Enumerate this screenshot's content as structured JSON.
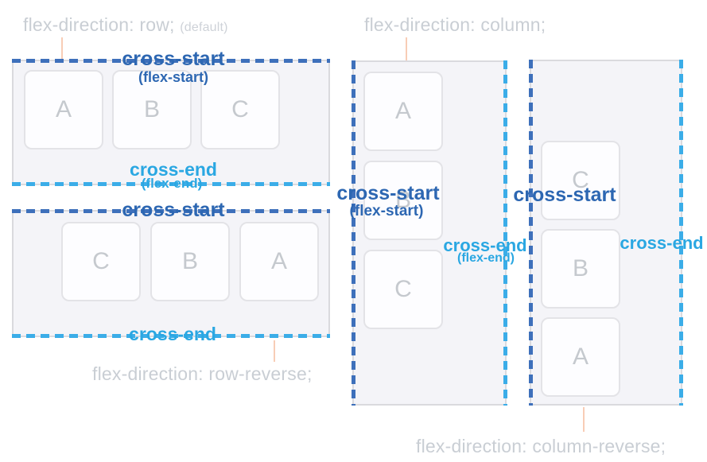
{
  "colors": {
    "cross_start_blue": "#2d67b2",
    "cross_start_dash": "#3e70bb",
    "cross_end_cyan": "#2aa7e2",
    "cross_end_dash": "#3bade8",
    "label_gray": "#c9ced4",
    "connector_peach": "#f8cdb6",
    "container_bg": "#f4f4f8",
    "container_border": "#dadade",
    "item_letter_gray": "#c5c9ce"
  },
  "panels": {
    "row": {
      "direction_label": "flex-direction: row;",
      "direction_note": "(default)",
      "cross_start_label": "cross-start",
      "cross_start_note": "(flex-start)",
      "cross_end_label": "cross-end",
      "cross_end_note": "(flex-end)",
      "items": [
        "A",
        "B",
        "C"
      ]
    },
    "row_reverse": {
      "direction_label": "flex-direction: row-reverse;",
      "cross_start_label": "cross-start",
      "cross_end_label": "cross-end",
      "items": [
        "C",
        "B",
        "A"
      ]
    },
    "column": {
      "direction_label": "flex-direction: column;",
      "cross_start_label": "cross-start",
      "cross_start_note": "(flex-start)",
      "cross_end_label": "cross-end",
      "cross_end_note": "(flex-end)",
      "items": [
        "A",
        "B",
        "C"
      ]
    },
    "column_reverse": {
      "direction_label": "flex-direction: column-reverse;",
      "cross_start_label": "cross-start",
      "cross_end_label": "cross-end",
      "items": [
        "C",
        "B",
        "A"
      ]
    }
  }
}
